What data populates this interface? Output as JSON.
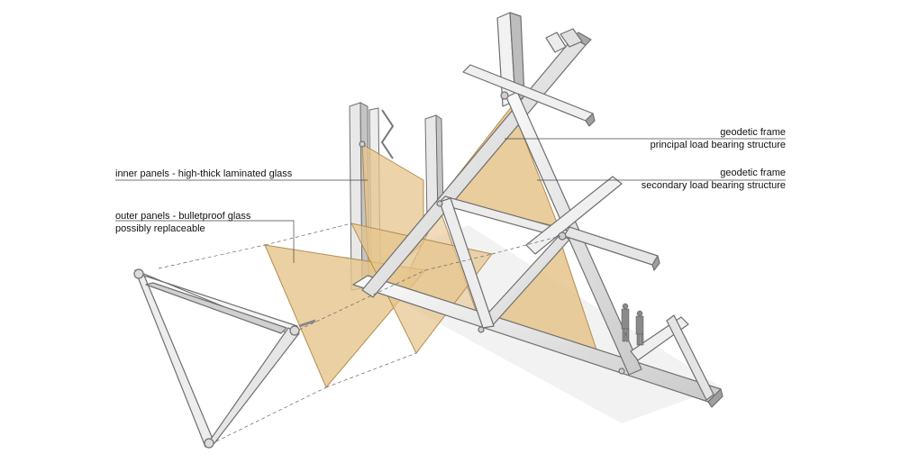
{
  "labels": {
    "geodetic_principal": {
      "line1": "geodetic frame",
      "line2": "principal load bearing structure"
    },
    "geodetic_secondary": {
      "line1": "geodetic frame",
      "line2": "secondary load bearing structure"
    },
    "inner_panels": {
      "line1": "inner panels - high-thick laminated glass"
    },
    "outer_panels": {
      "line1": "outer panels - bulletproof glass",
      "line2": "possibly replaceable"
    }
  },
  "colors": {
    "glass": "#e6c48c",
    "glass_edge": "#b58d4f",
    "frame_light": "#f4f4f4",
    "frame_shadow": "#b9b9b9",
    "frame_edge": "#6f6f6f",
    "leader_line": "#444444",
    "dashed_line": "#666666"
  }
}
